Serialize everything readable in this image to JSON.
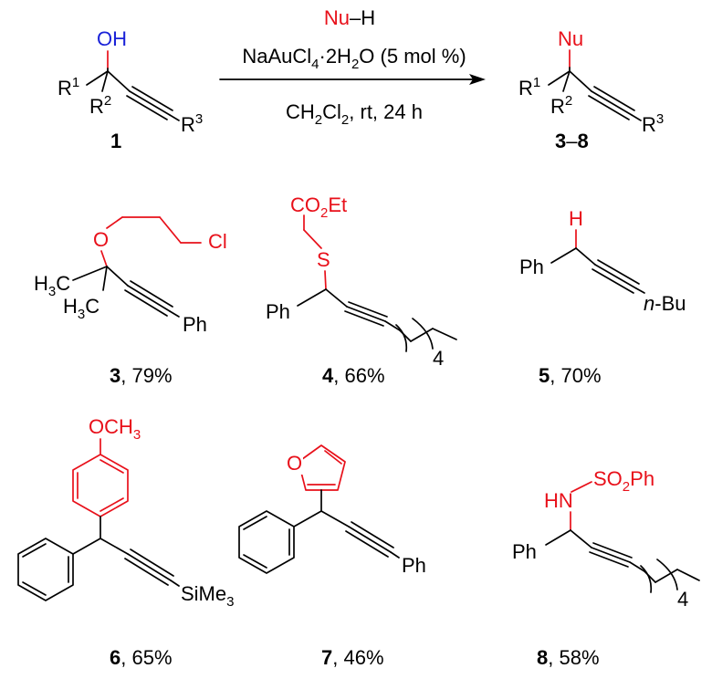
{
  "colors": {
    "nucleophile": "#e8101a",
    "hydroxyl": "#1a22d8",
    "bond": "#000000",
    "background": "#ffffff"
  },
  "reaction": {
    "reagent_nu": "Nu",
    "reagent_h": "–H",
    "catalyst": "NaAuCl4·2H2O (5 mol %)",
    "conditions": "CH2Cl2, rt, 24 h",
    "substrate_number": "1",
    "product_range_start": "3",
    "product_range_dash": "–",
    "product_range_end": "8",
    "oh_label": "OH",
    "nu_label": "Nu",
    "r1": "R1",
    "r2": "R2",
    "r3": "R3"
  },
  "products": [
    {
      "number": "3",
      "yield": ", 79%"
    },
    {
      "number": "4",
      "yield": ", 66%"
    },
    {
      "number": "5",
      "yield": ", 70%"
    },
    {
      "number": "6",
      "yield": ", 65%"
    },
    {
      "number": "7",
      "yield": ", 46%"
    },
    {
      "number": "8",
      "yield": ", 58%"
    }
  ],
  "atom_labels": {
    "o": "O",
    "cl": "Cl",
    "h3c": "H3C",
    "ph": "Ph",
    "co2et": "CO2Et",
    "s": "S",
    "h": "H",
    "nbu": "n-Bu",
    "och3": "OCH3",
    "sime3": "SiMe3",
    "hn": "HN",
    "so2ph": "SO2Ph",
    "repeat_4": "4"
  }
}
